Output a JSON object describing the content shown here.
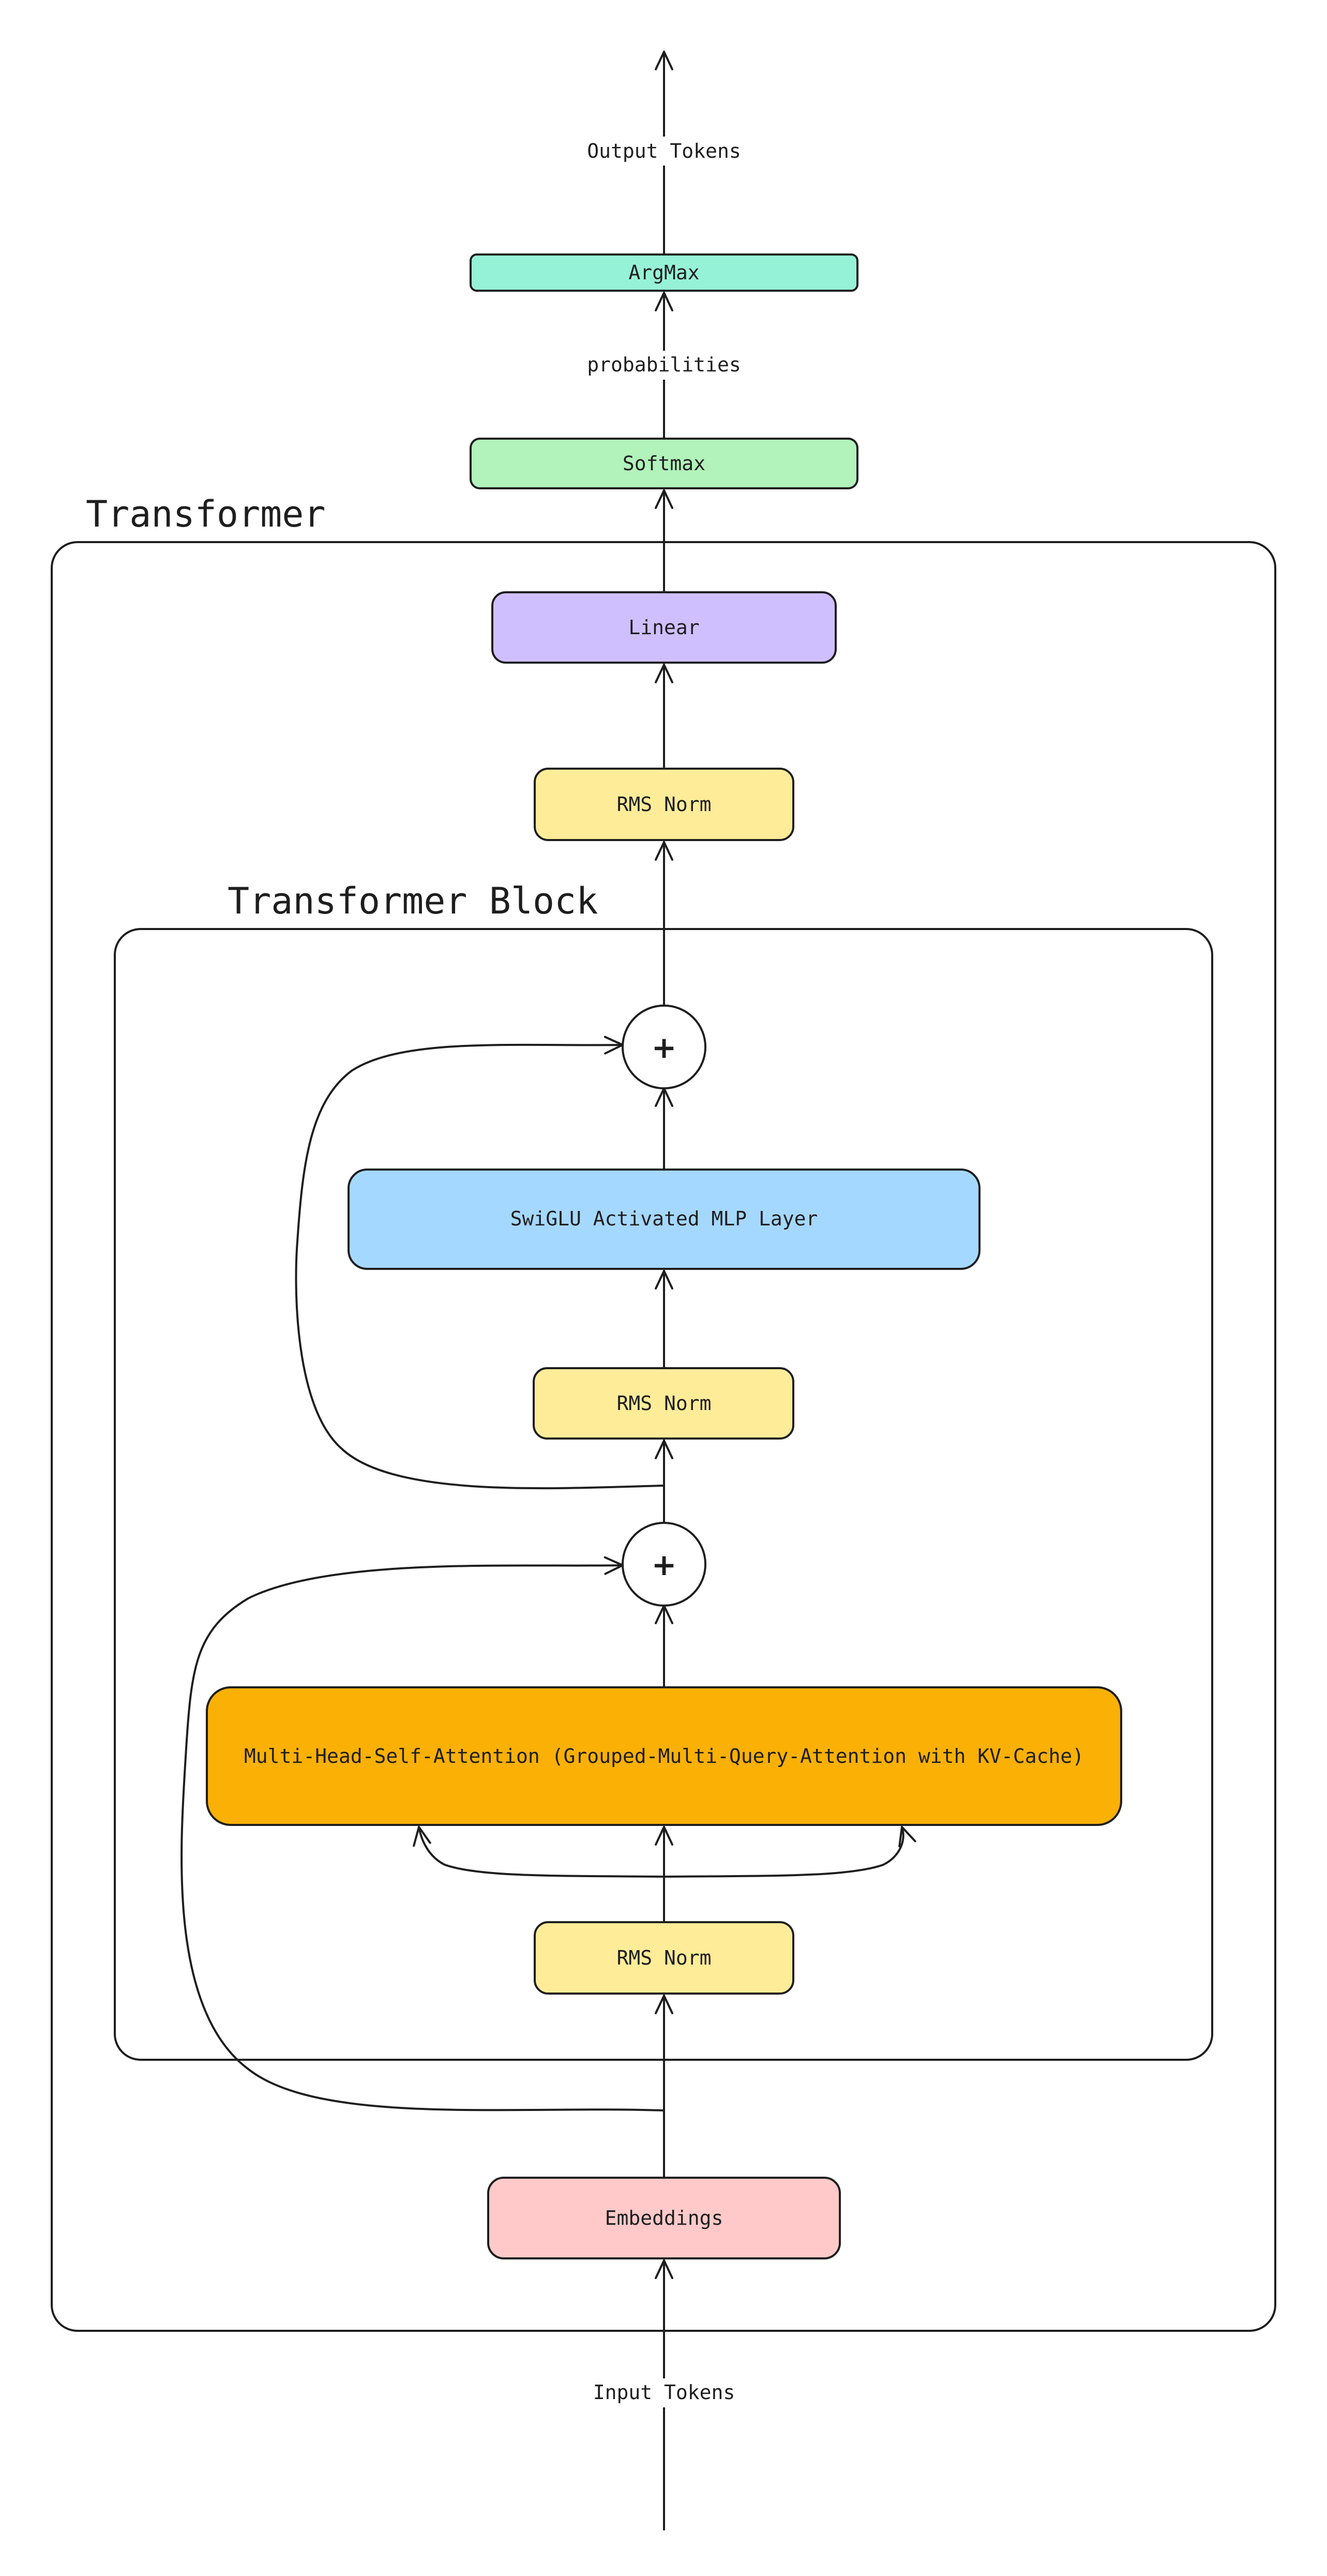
{
  "colors": {
    "argmax": "#96f2d7",
    "softmax": "#b2f2bb",
    "linear": "#d0bfff",
    "rms_norm": "#ffec99",
    "mlp": "#a5d8ff",
    "attention": "#fab005",
    "embeddings": "#ffc9c9",
    "stroke": "#1e1e1e",
    "background": "#ffffff"
  },
  "containers": {
    "transformer": {
      "title": "Transformer"
    },
    "transformer_block": {
      "title": "Transformer Block"
    }
  },
  "nodes": {
    "argmax": "ArgMax",
    "softmax": "Softmax",
    "linear": "Linear",
    "rms_norm_final": "RMS Norm",
    "add_mlp": "+",
    "mlp": "SwiGLU Activated MLP Layer",
    "rms_norm_mlp": "RMS Norm",
    "add_attn": "+",
    "attention": "Multi-Head-Self-Attention (Grouped-Multi-Query-Attention with KV-Cache)",
    "rms_norm_attn": "RMS Norm",
    "embeddings": "Embeddings"
  },
  "edge_labels": {
    "output": "Output Tokens",
    "probabilities": "probabilities",
    "input": "Input Tokens"
  }
}
